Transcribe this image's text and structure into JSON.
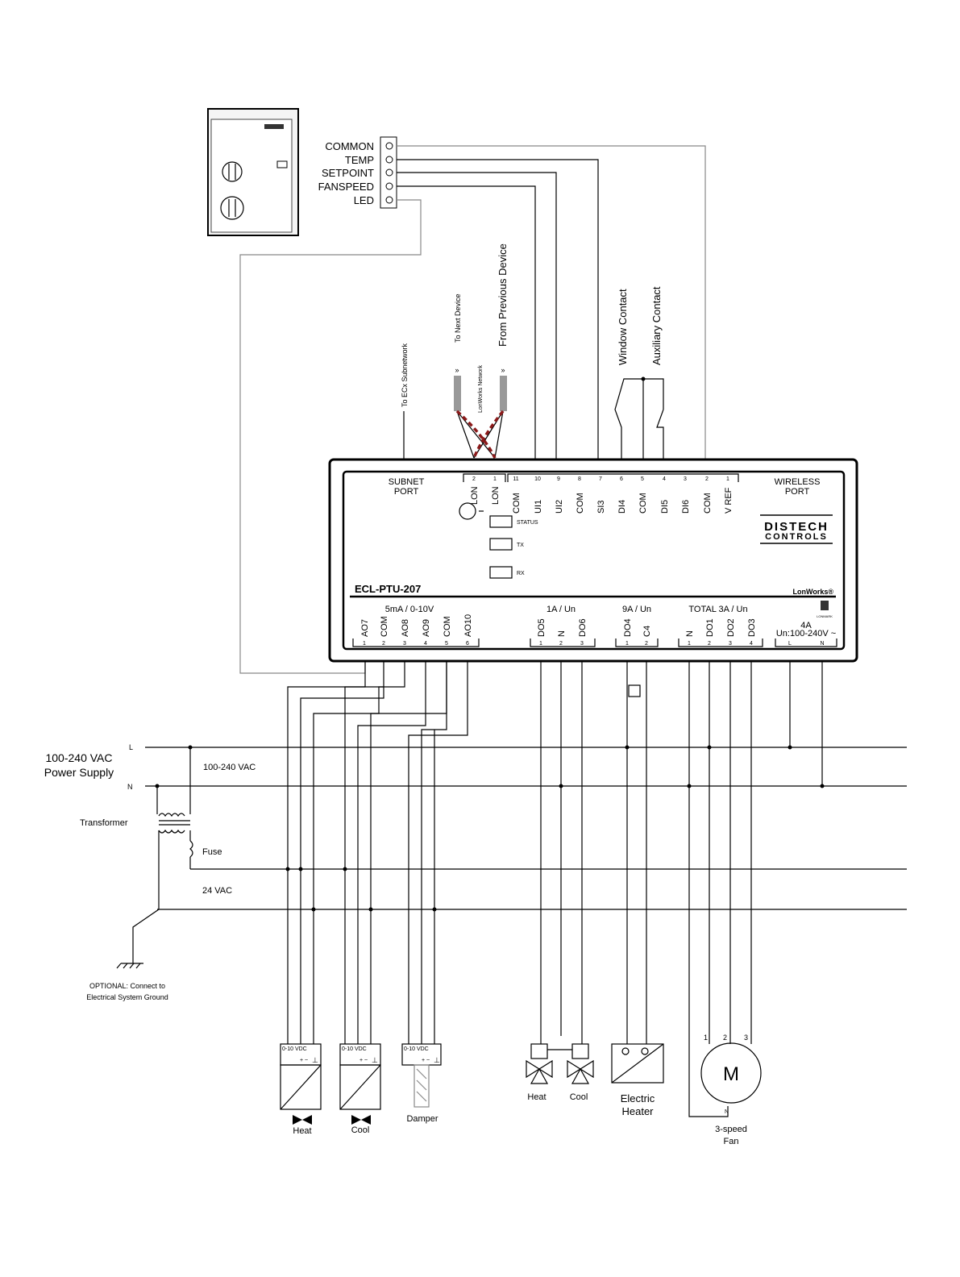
{
  "thermostat": {
    "terminals": [
      "COMMON",
      "TEMP",
      "SETPOINT",
      "FANSPEED",
      "LED"
    ]
  },
  "network": {
    "subnet": "To ECx Subnetwork",
    "next": "To Next Device",
    "lonworks": "LonWorks Network",
    "previous": "From Previous Device",
    "window": "Window Contact",
    "auxiliary": "Auxiliary Contact"
  },
  "controller": {
    "model": "ECL-PTU-207",
    "subnet_port": [
      "SUBNET",
      "PORT"
    ],
    "wireless_port": [
      "WIRELESS",
      "PORT"
    ],
    "brand": [
      "DISTECH",
      "CONTROLS"
    ],
    "lonworks": "LonWorks®",
    "lonmark": "LONMARK",
    "status": "STATUS",
    "tx": "TX",
    "rx": "RX",
    "top_numbers": [
      "2",
      "1",
      "11",
      "10",
      "9",
      "8",
      "7",
      "6",
      "5",
      "4",
      "3",
      "2",
      "1"
    ],
    "top_labels": [
      "LON",
      "LON",
      "COM",
      "UI1",
      "UI2",
      "COM",
      "SI3",
      "DI4",
      "COM",
      "DI5",
      "DI6",
      "COM",
      "V REF"
    ],
    "groups": [
      "5mA / 0-10V",
      "1A / Un",
      "9A / Un",
      "TOTAL 3A / Un",
      "4A",
      "Un:100-240V ~"
    ],
    "bottom_labels": [
      "AO7",
      "COM",
      "AO8",
      "AO9",
      "COM",
      "AO10",
      "DO5",
      "N",
      "DO6",
      "DO4",
      "C4",
      "N",
      "DO1",
      "DO2",
      "DO3"
    ],
    "bottom_numbers": [
      "1",
      "2",
      "3",
      "4",
      "5",
      "6",
      "1",
      "2",
      "3",
      "1",
      "2",
      "1",
      "2",
      "3",
      "4",
      "L",
      "N"
    ]
  },
  "power": {
    "supply": [
      "100-240 VAC",
      "Power Supply"
    ],
    "line_l": "L",
    "line_n": "N",
    "vac": "100-240 VAC",
    "transformer": "Transformer",
    "fuse": "Fuse",
    "low_vac": "24 VAC",
    "ground": [
      "OPTIONAL: Connect to",
      "Electrical System Ground"
    ]
  },
  "devices": {
    "actuator_terms": [
      "0-10 VDC",
      "+ ~",
      "⊥"
    ],
    "heat_actuator": "Heat",
    "cool_actuator": "Cool",
    "damper": "Damper",
    "heat_valve": "Heat",
    "cool_valve": "Cool",
    "heater": [
      "Electric",
      "Heater"
    ],
    "fan": [
      "3-speed",
      "Fan"
    ],
    "motor": "M",
    "motor_terms": [
      "1",
      "2",
      "3",
      "N"
    ]
  }
}
